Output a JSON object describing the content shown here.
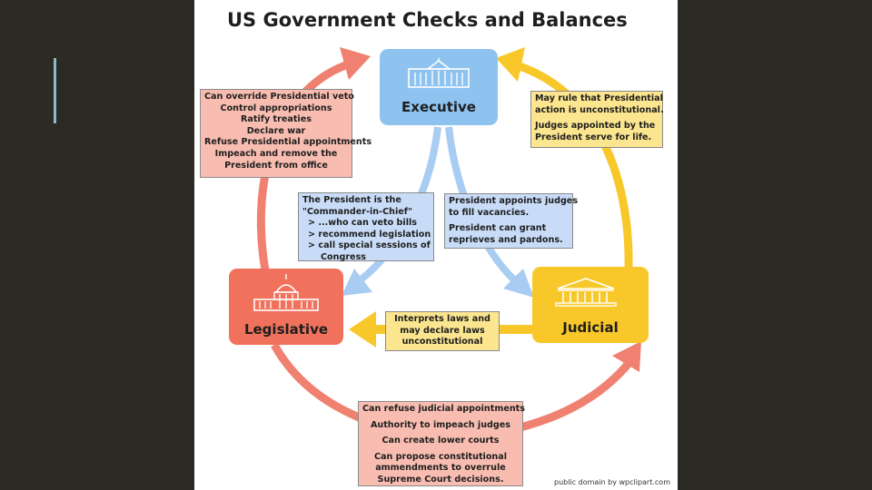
{
  "title": "US Government Checks and Balances",
  "branches": {
    "executive": "Executive",
    "legislative": "Legislative",
    "judicial": "Judicial"
  },
  "boxes": {
    "legislative_over_executive": [
      "Can override Presidential veto",
      "Control appropriations",
      "Ratify treaties",
      "Declare war",
      "Refuse Presidential appointments",
      "Impeach and remove the",
      "President from office"
    ],
    "judicial_over_executive": [
      "May rule that Presidential",
      "action is unconstitutional.",
      "Judges appointed by the",
      "President serve for life."
    ],
    "executive_over_legislative": [
      "The President is the",
      "\"Commander-in-Chief\"",
      "> ...who can veto bills",
      "> recommend legislation",
      "> call special sessions of",
      "Congress"
    ],
    "executive_over_judicial": [
      "President appoints judges",
      "to fill vacancies.",
      "President can grant",
      "reprieves and pardons."
    ],
    "judicial_over_legislative": [
      "Interprets laws and",
      "may declare laws",
      "unconstitutional"
    ],
    "legislative_over_judicial": [
      "Can refuse judicial appointments",
      "Authority to impeach judges",
      "Can create lower courts",
      "Can propose constitutional",
      "ammendments to overrule",
      "Supreme Court decisions."
    ]
  },
  "credit": "public domain by wpclipart.com",
  "colors": {
    "executive": "#8ec3f0",
    "legislative": "#f0715c",
    "judicial": "#f8c82a",
    "slide_background": "#2b2a23"
  }
}
